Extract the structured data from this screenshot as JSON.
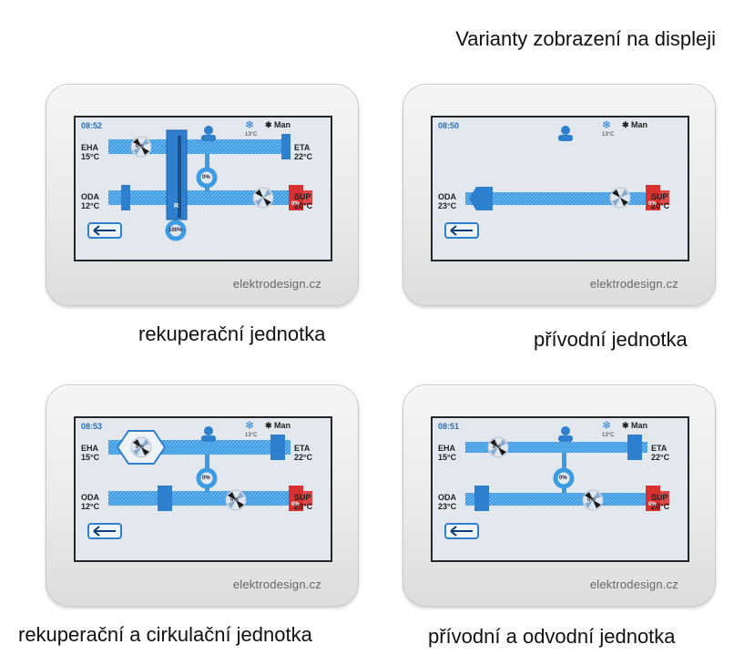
{
  "heading": "Varianty zobrazení na displeji",
  "brand": "elektrodesign.cz",
  "mode": "Man",
  "screen_temp": "13°C",
  "labels": {
    "eha": "EHA",
    "eta": "ETA",
    "oda": "ODA",
    "sup": "SUP"
  },
  "units": [
    {
      "caption": "rekuperační jednotka",
      "time": "08:52",
      "eha_temp": "15°C",
      "eta_temp": "22°C",
      "oda_temp": "12°C",
      "sup_temp": "20°C",
      "fan_top_pct": "0%",
      "fan_mid_pct": "0%",
      "heater_pct": "0%",
      "bypass_pct": "100%",
      "recovery_tag": "R"
    },
    {
      "caption": "přívodní jednotka",
      "time": "08:50",
      "oda_temp": "23°C",
      "sup_temp": "20°C",
      "heater_pct": "0%"
    },
    {
      "caption": "rekuperační a cirkulační jednotka",
      "time": "08:53",
      "eha_temp": "15°C",
      "eta_temp": "22°C",
      "oda_temp": "12°C",
      "sup_temp": "20°C",
      "fan_top_pct": "0%",
      "fan_mid_pct": "0%",
      "fan_bottom_pct": "0%",
      "heater_pct": "0%"
    },
    {
      "caption": "přívodní a odvodní jednotka",
      "time": "08:51",
      "eha_temp": "15°C",
      "eta_temp": "22°C",
      "oda_temp": "23°C",
      "sup_temp": "20°C",
      "fan_top_pct": "0%",
      "fan_mid_pct": "0%",
      "fan_bottom_pct": "0%",
      "heater_pct": "0%"
    }
  ],
  "colors": {
    "duct": "#3d9be3",
    "heater": "#d93030",
    "text_blue": "#2a6fbf"
  }
}
